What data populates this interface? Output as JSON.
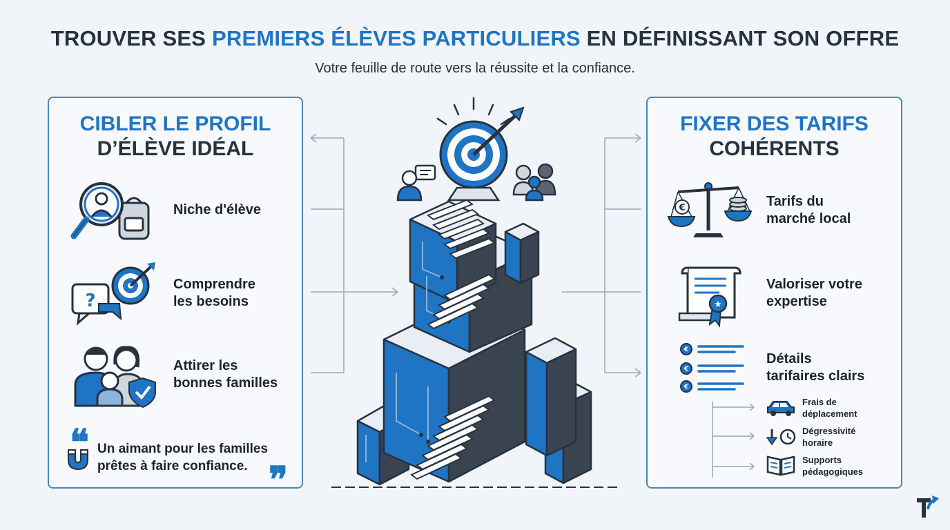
{
  "header": {
    "title_part1": "TROUVER SES ",
    "title_highlight": "PREMIERS ÉLÈVES PARTICULIERS",
    "title_part2": " EN DÉFINISSANT SON OFFRE",
    "subtitle": "Votre feuille de route vers la réussite et la confiance."
  },
  "left_panel": {
    "title_line1": "CIBLER LE PROFIL",
    "title_line2": "D’ÉLÈVE IDÉAL",
    "items": [
      {
        "label": "Niche d'élève",
        "icon": "magnifier-student-icon"
      },
      {
        "label": "Comprendre\nles besoins",
        "icon": "question-target-icon"
      },
      {
        "label": "Attirer les\nbonnes familles",
        "icon": "family-shield-icon"
      }
    ],
    "quote": "Un aimant pour les familles\nprêtes à faire confiance.",
    "quote_open": "❝",
    "quote_close": "❞"
  },
  "right_panel": {
    "title_line1": "FIXER DES TARIFS",
    "title_line2": "COHÉRENTS",
    "items": [
      {
        "label": "Tarifs du\nmarché local",
        "icon": "balance-scale-icon"
      },
      {
        "label": "Valoriser votre\nexpertise",
        "icon": "certificate-icon"
      },
      {
        "label": "Détails\ntarifaires clairs",
        "icon": "price-list-icon"
      }
    ],
    "sub_items": [
      {
        "label": "Frais de\ndéplacement",
        "icon": "car-icon"
      },
      {
        "label": "Dégressivité\nhoraire",
        "icon": "clock-down-icon"
      },
      {
        "label": "Supports\npédagogiques",
        "icon": "book-icon"
      }
    ]
  },
  "colors": {
    "accent": "#1f74c4",
    "dark": "#26323f",
    "border": "#4a87b9",
    "background": "#f1f5f9"
  },
  "center_illustration": {
    "icon": "staircase-target-icon"
  },
  "logo": {
    "icon": "brand-logo-icon"
  }
}
